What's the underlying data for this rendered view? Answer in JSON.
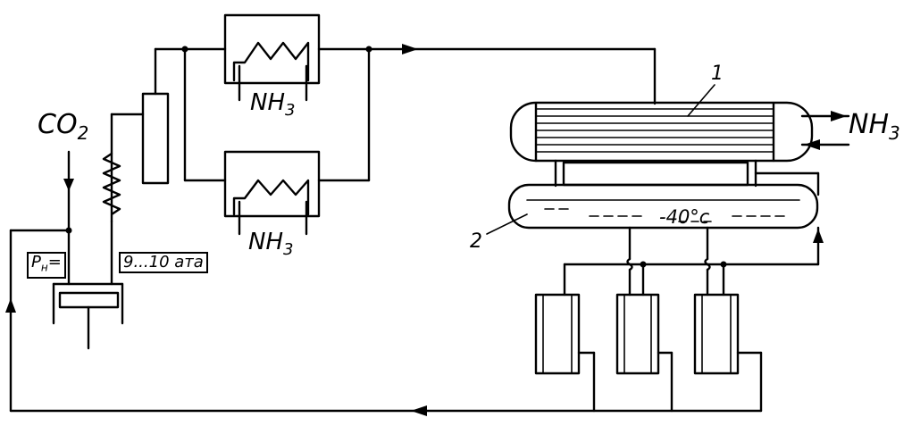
{
  "labels": {
    "co2": "CO",
    "co2_sub": "2",
    "nh3_top": "NH",
    "nh3_top_sub": "3",
    "nh3_bottom": "NH",
    "nh3_bottom_sub": "3",
    "nh3_out": "NH",
    "nh3_out_sub": "3",
    "pressure_gauge": "P",
    "pressure_gauge_sub": "н",
    "pressure_gauge_tail": "=",
    "pressure_value": "9...10 ата",
    "temperature": "-40°c",
    "callout_1": "1",
    "callout_2": "2"
  }
}
